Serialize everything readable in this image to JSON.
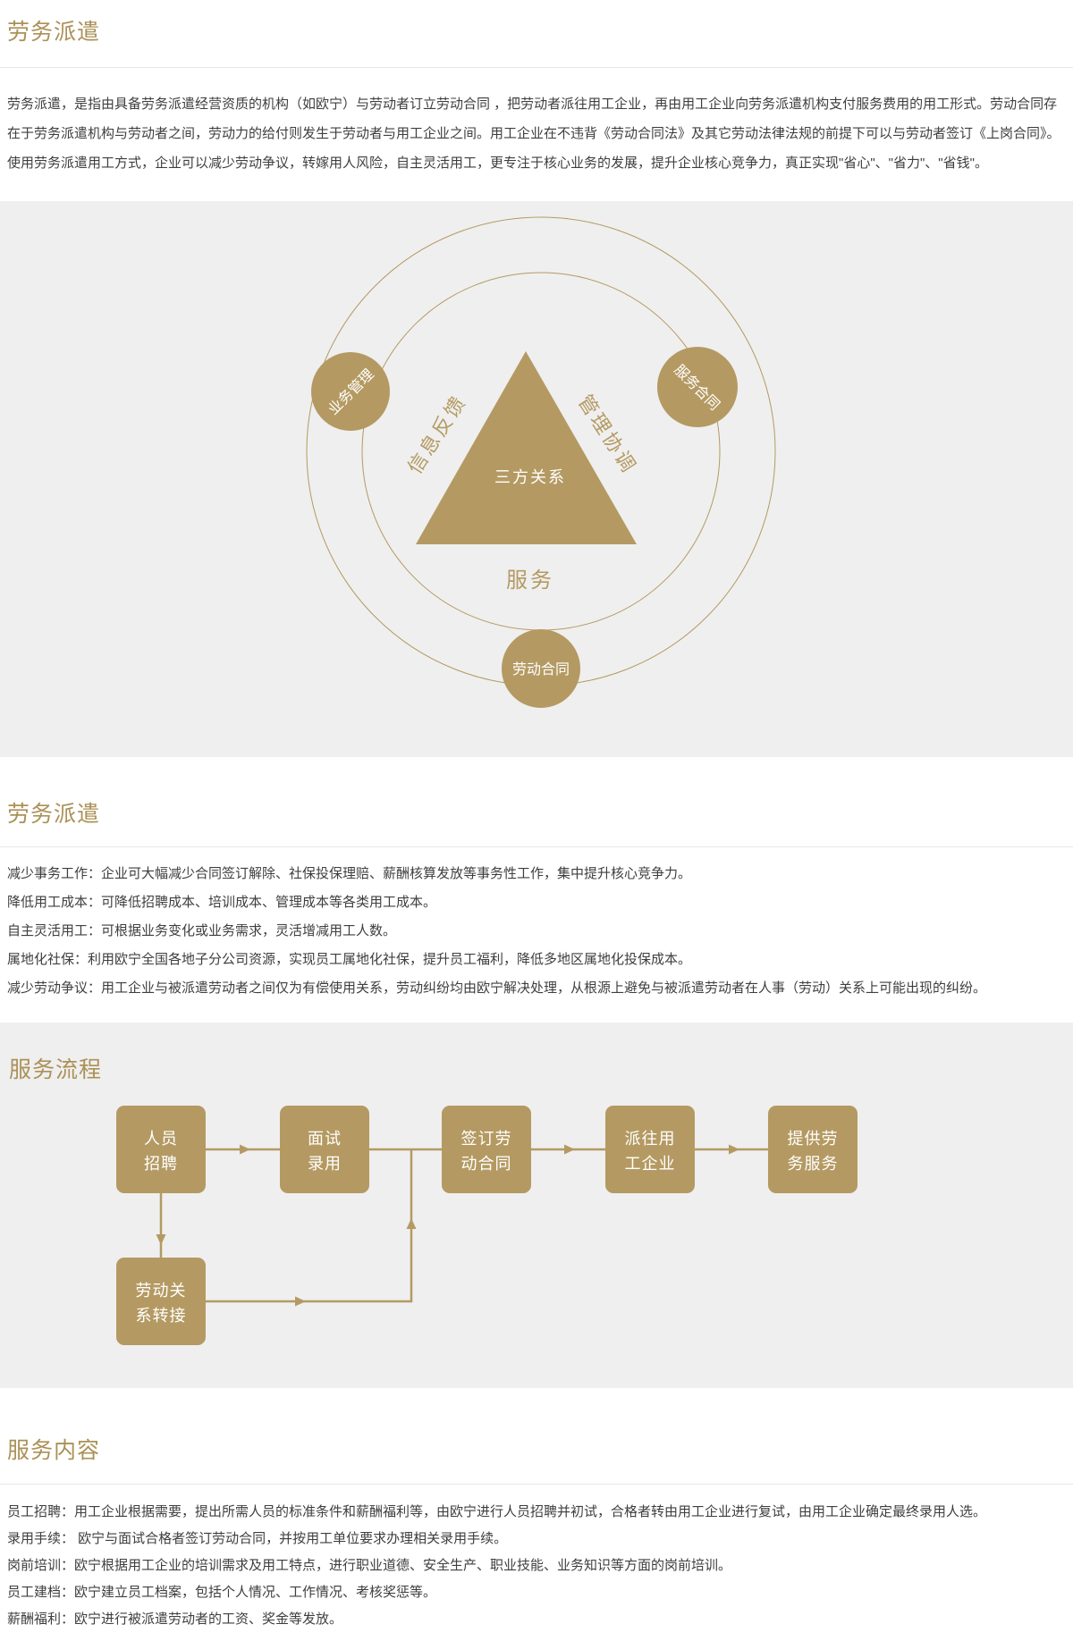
{
  "colors": {
    "accent": "#b49a62",
    "heading": "#ab9157",
    "body_text": "#3e3e3e",
    "section_gray": "#efefef"
  },
  "intro": {
    "title": "劳务派遣",
    "paragraph": "劳务派遣，是指由具备劳务派遣经营资质的机构（如欧宁）与劳动者订立劳动合同 ，把劳动者派往用工企业，再由用工企业向劳务派遣机构支付服务费用的用工形式。劳动合同存在于劳务派遣机构与劳动者之间，劳动力的给付则发生于劳动者与用工企业之间。用工企业在不违背《劳动合同法》及其它劳动法律法规的前提下可以与劳动者签订《上岗合同》。使用劳务派遣用工方式，企业可以减少劳动争议，转嫁用人风险，自主灵活用工，更专注于核心业务的发展，提升企业核心竞争力，真正实现\"省心\"、\"省力\"、\"省钱\"。"
  },
  "diagram": {
    "center_label": "三方关系",
    "left_edge_label": "信息反馈",
    "right_edge_label": "管理协调",
    "bottom_label": "服务",
    "satellites": [
      {
        "label": "业务管理"
      },
      {
        "label": "服务合同"
      },
      {
        "label": "劳动合同"
      }
    ]
  },
  "benefits": {
    "title": "劳务派遣",
    "items": [
      "减少事务工作：企业可大幅减少合同签订解除、社保投保理赔、薪酬核算发放等事务性工作，集中提升核心竞争力。",
      "降低用工成本：可降低招聘成本、培训成本、管理成本等各类用工成本。",
      "自主灵活用工：可根据业务变化或业务需求，灵活增减用工人数。",
      "属地化社保：利用欧宁全国各地子分公司资源，实现员工属地化社保，提升员工福利，降低多地区属地化投保成本。",
      "减少劳动争议：用工企业与被派遣劳动者之间仅为有偿使用关系，劳动纠纷均由欧宁解决处理，从根源上避免与被派遣劳动者在人事（劳动）关系上可能出现的纠纷。"
    ]
  },
  "flow": {
    "title": "服务流程",
    "steps": [
      {
        "l1": "人员",
        "l2": "招聘"
      },
      {
        "l1": "面试",
        "l2": "录用"
      },
      {
        "l1": "签订劳",
        "l2": "动合同"
      },
      {
        "l1": "派往用",
        "l2": "工企业"
      },
      {
        "l1": "提供劳",
        "l2": "务服务"
      }
    ],
    "branch_step": {
      "l1": "劳动关",
      "l2": "系转接"
    }
  },
  "content": {
    "title": "服务内容",
    "items": [
      "员工招聘：用工企业根据需要，提出所需人员的标准条件和薪酬福利等，由欧宁进行人员招聘并初试，合格者转由用工企业进行复试，由用工企业确定最终录用人选。",
      "录用手续： 欧宁与面试合格者签订劳动合同，并按用工单位要求办理相关录用手续。",
      "岗前培训：欧宁根据用工企业的培训需求及用工特点，进行职业道德、安全生产、职业技能、业务知识等方面的岗前培训。",
      "员工建档：欧宁建立员工档案，包括个人情况、工作情况、考核奖惩等。",
      "薪酬福利：欧宁进行被派遣劳动者的工资、奖金等发放。"
    ]
  }
}
